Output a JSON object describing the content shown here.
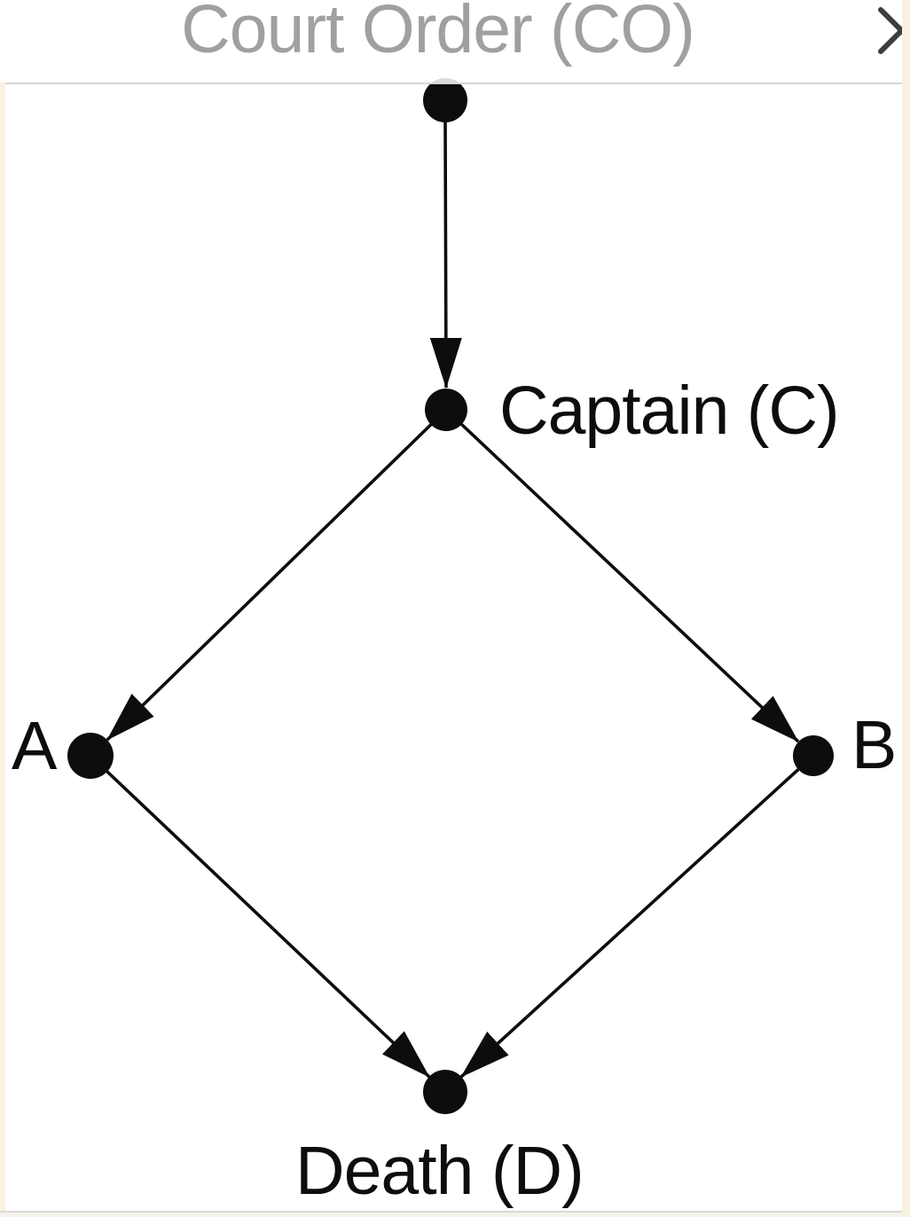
{
  "window": {
    "title": "Court Order (CO)"
  },
  "icons": {
    "close": "✕"
  },
  "diagram": {
    "type": "causal-dag",
    "description": "Directed acyclic graph: Court Order causes Captain, Captain causes A and B, A and B cause Death",
    "nodes": [
      {
        "id": "CO",
        "label": "Court Order (CO)"
      },
      {
        "id": "C",
        "label": "Captain (C)"
      },
      {
        "id": "A",
        "label": "A"
      },
      {
        "id": "B",
        "label": "B"
      },
      {
        "id": "D",
        "label": "Death (D)"
      }
    ],
    "edges": [
      {
        "from": "CO",
        "to": "C"
      },
      {
        "from": "C",
        "to": "A"
      },
      {
        "from": "C",
        "to": "B"
      },
      {
        "from": "A",
        "to": "D"
      },
      {
        "from": "B",
        "to": "D"
      }
    ]
  },
  "colors": {
    "ink": "#0d0d0d",
    "title_gray": "#a0a0a0",
    "background_cream": "#faf2e1",
    "canvas_white": "#ffffff",
    "divider": "#d7d7d7",
    "close_icon": "#3e3e3e"
  }
}
